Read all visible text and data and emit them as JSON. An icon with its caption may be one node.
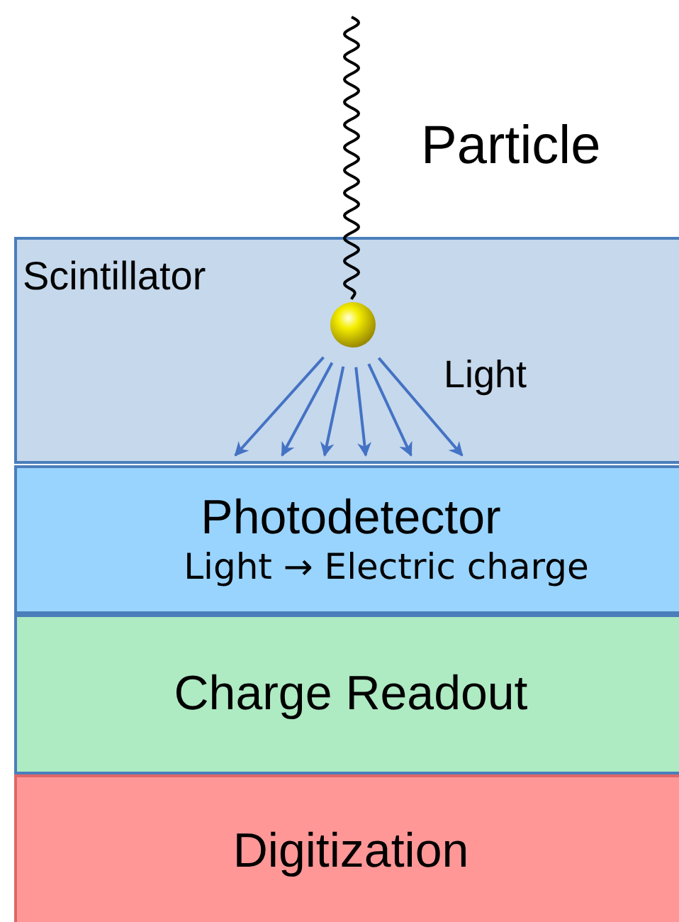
{
  "diagram": {
    "nodes": [
      {
        "text": [
          "Scintillator"
        ]
      },
      {
        "text": [
          "Photodetector",
          "Light → Electric charge"
        ]
      },
      {
        "text": [
          "Charge Readout"
        ]
      },
      {
        "text": [
          "Digitization"
        ]
      },
      {
        "text": [],
        "shape": "circle",
        "in": 0
      }
    ],
    "edges": [
      {
        "from": null,
        "to": 4,
        "arrow": "none",
        "color": "#000000"
      },
      {
        "from": 4,
        "to": 1,
        "arrow": "to"
      },
      {
        "from": 4,
        "to": 1,
        "arrow": "to"
      },
      {
        "from": 4,
        "to": 1,
        "arrow": "to"
      },
      {
        "from": 4,
        "to": 1,
        "arrow": "to"
      },
      {
        "from": 4,
        "to": 1,
        "arrow": "to"
      },
      {
        "from": 4,
        "to": 1,
        "arrow": "to"
      }
    ],
    "labels": [
      "Particle",
      "Light"
    ]
  }
}
